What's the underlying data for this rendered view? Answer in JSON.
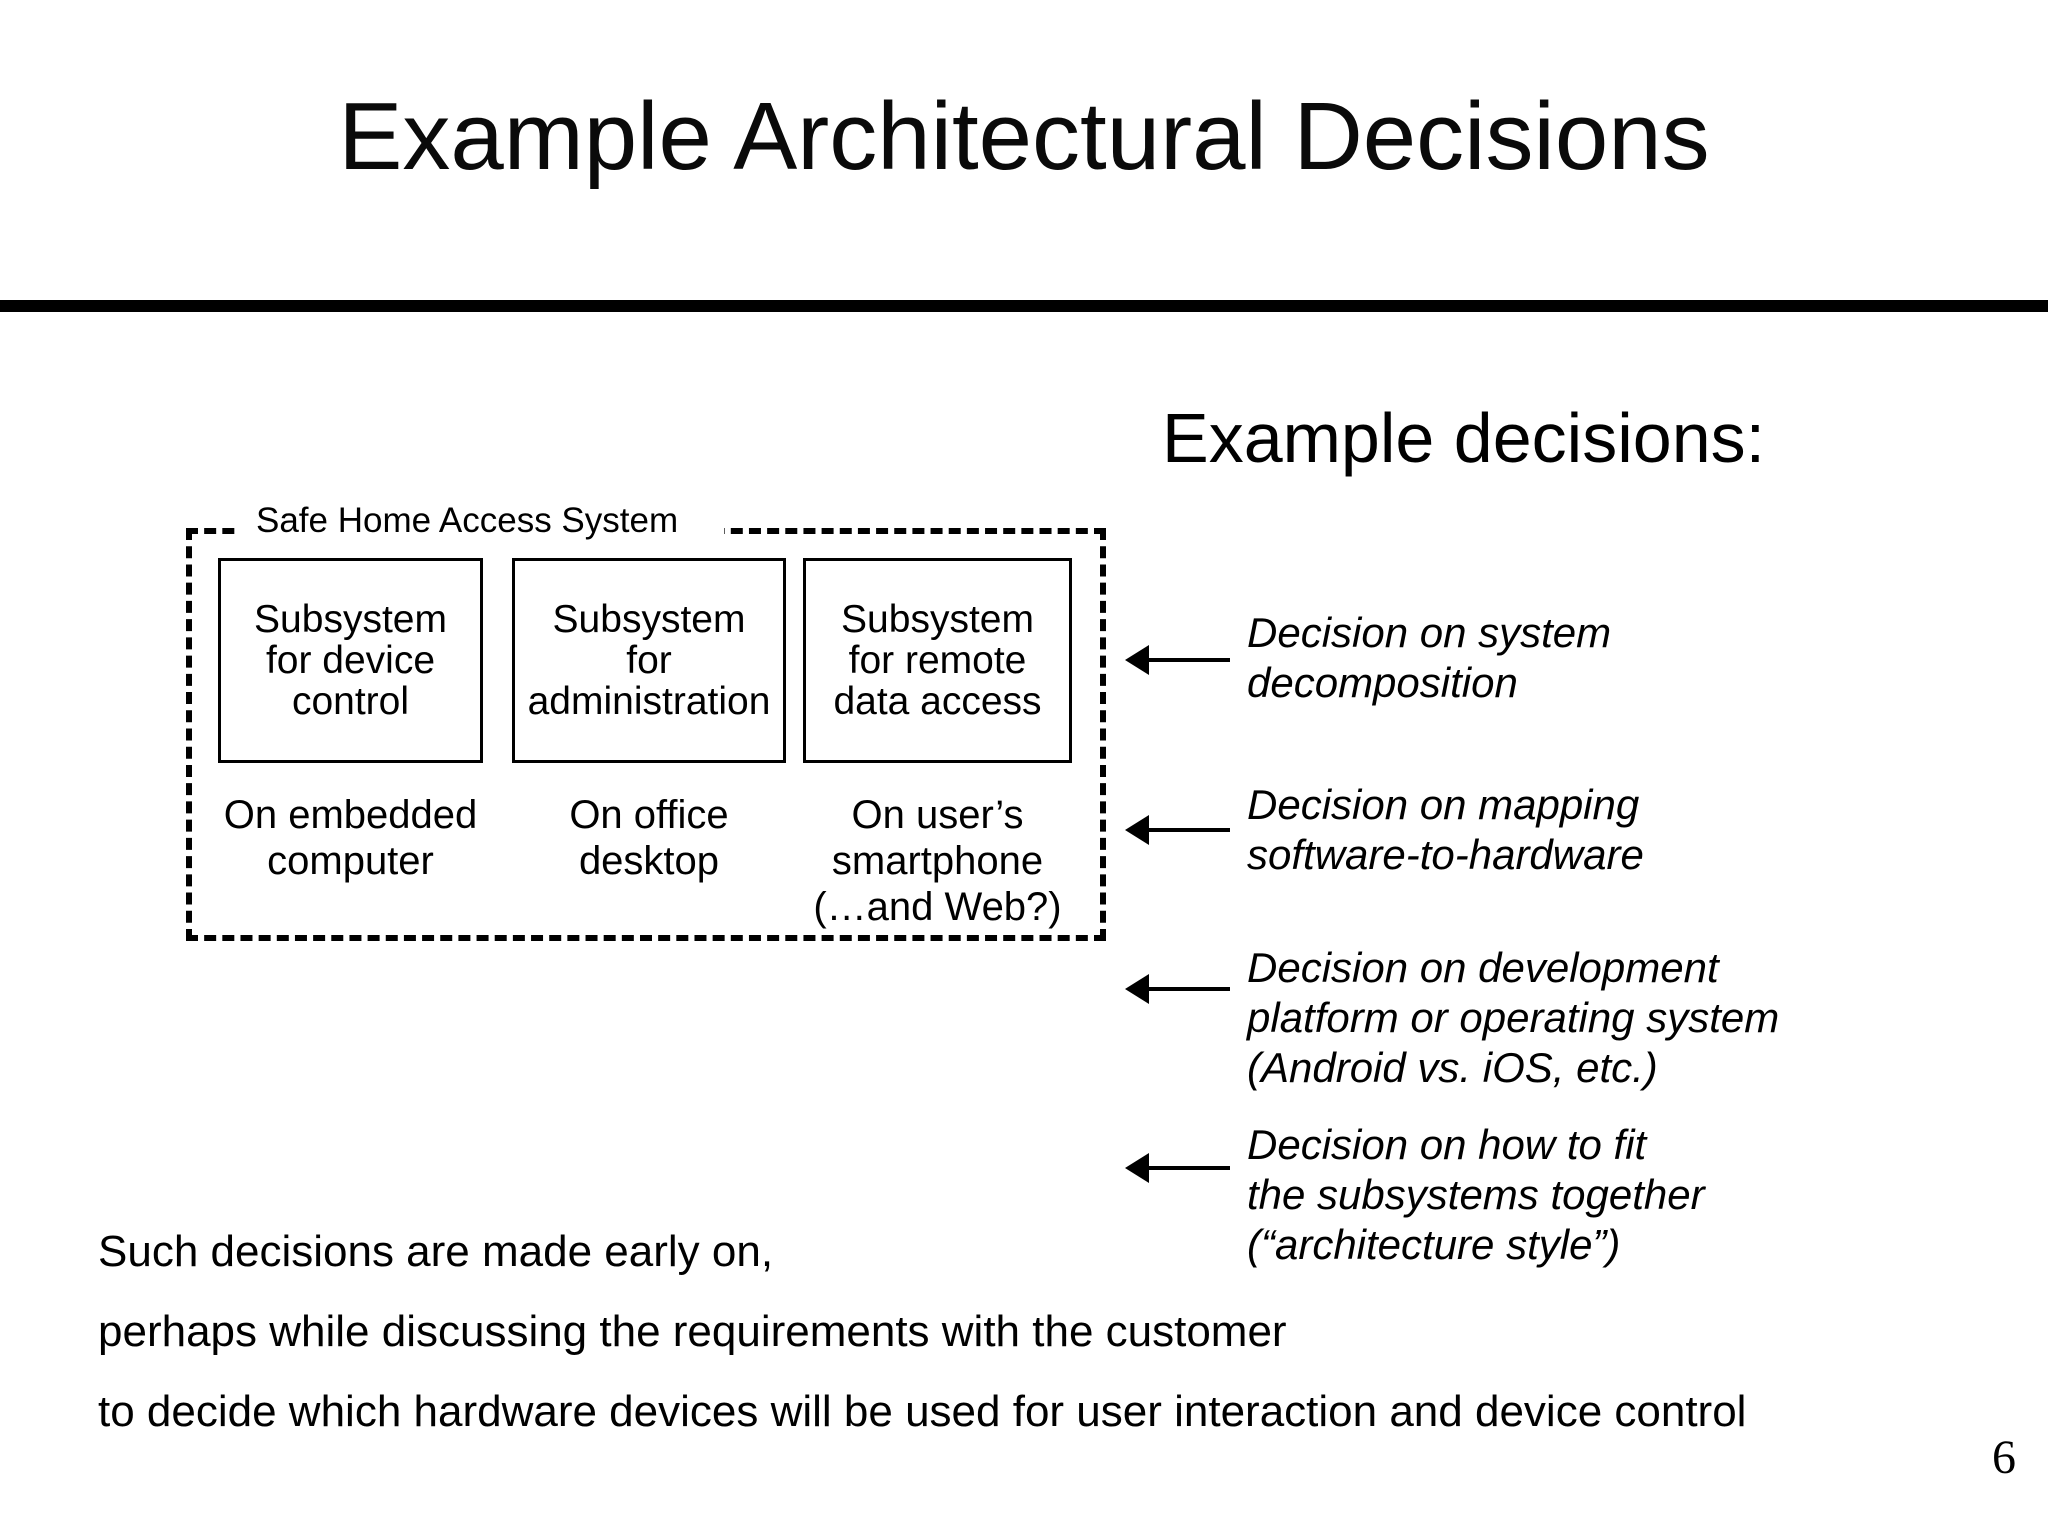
{
  "slide": {
    "title": "Example Architectural Decisions",
    "page_number": "6"
  },
  "right_panel": {
    "heading": "Example decisions:",
    "decisions": [
      {
        "text": "Decision on system\ndecomposition"
      },
      {
        "text": "Decision on mapping\nsoftware-to-hardware"
      },
      {
        "text": "Decision on development\nplatform or operating system\n(Android vs. iOS, etc.)"
      },
      {
        "text": "Decision on how to fit\nthe subsystems together\n(“architecture style”)"
      }
    ]
  },
  "diagram": {
    "system_label": "Safe Home Access System",
    "subsystems": [
      {
        "box_label": "Subsystem\nfor device\ncontrol",
        "deployment": "On embedded\ncomputer"
      },
      {
        "box_label": "Subsystem\nfor\nadministration",
        "deployment": "On office\ndesktop"
      },
      {
        "box_label": "Subsystem\nfor remote\ndata access",
        "deployment": "On user’s\nsmartphone\n(…and Web?)"
      }
    ]
  },
  "footer": {
    "line1": "Such decisions are made early on,",
    "line2": "perhaps while discussing the requirements with the customer",
    "line3": "to decide which hardware devices will be used for user interaction and device control"
  },
  "colors": {
    "ink": "#000000",
    "background": "#ffffff"
  }
}
